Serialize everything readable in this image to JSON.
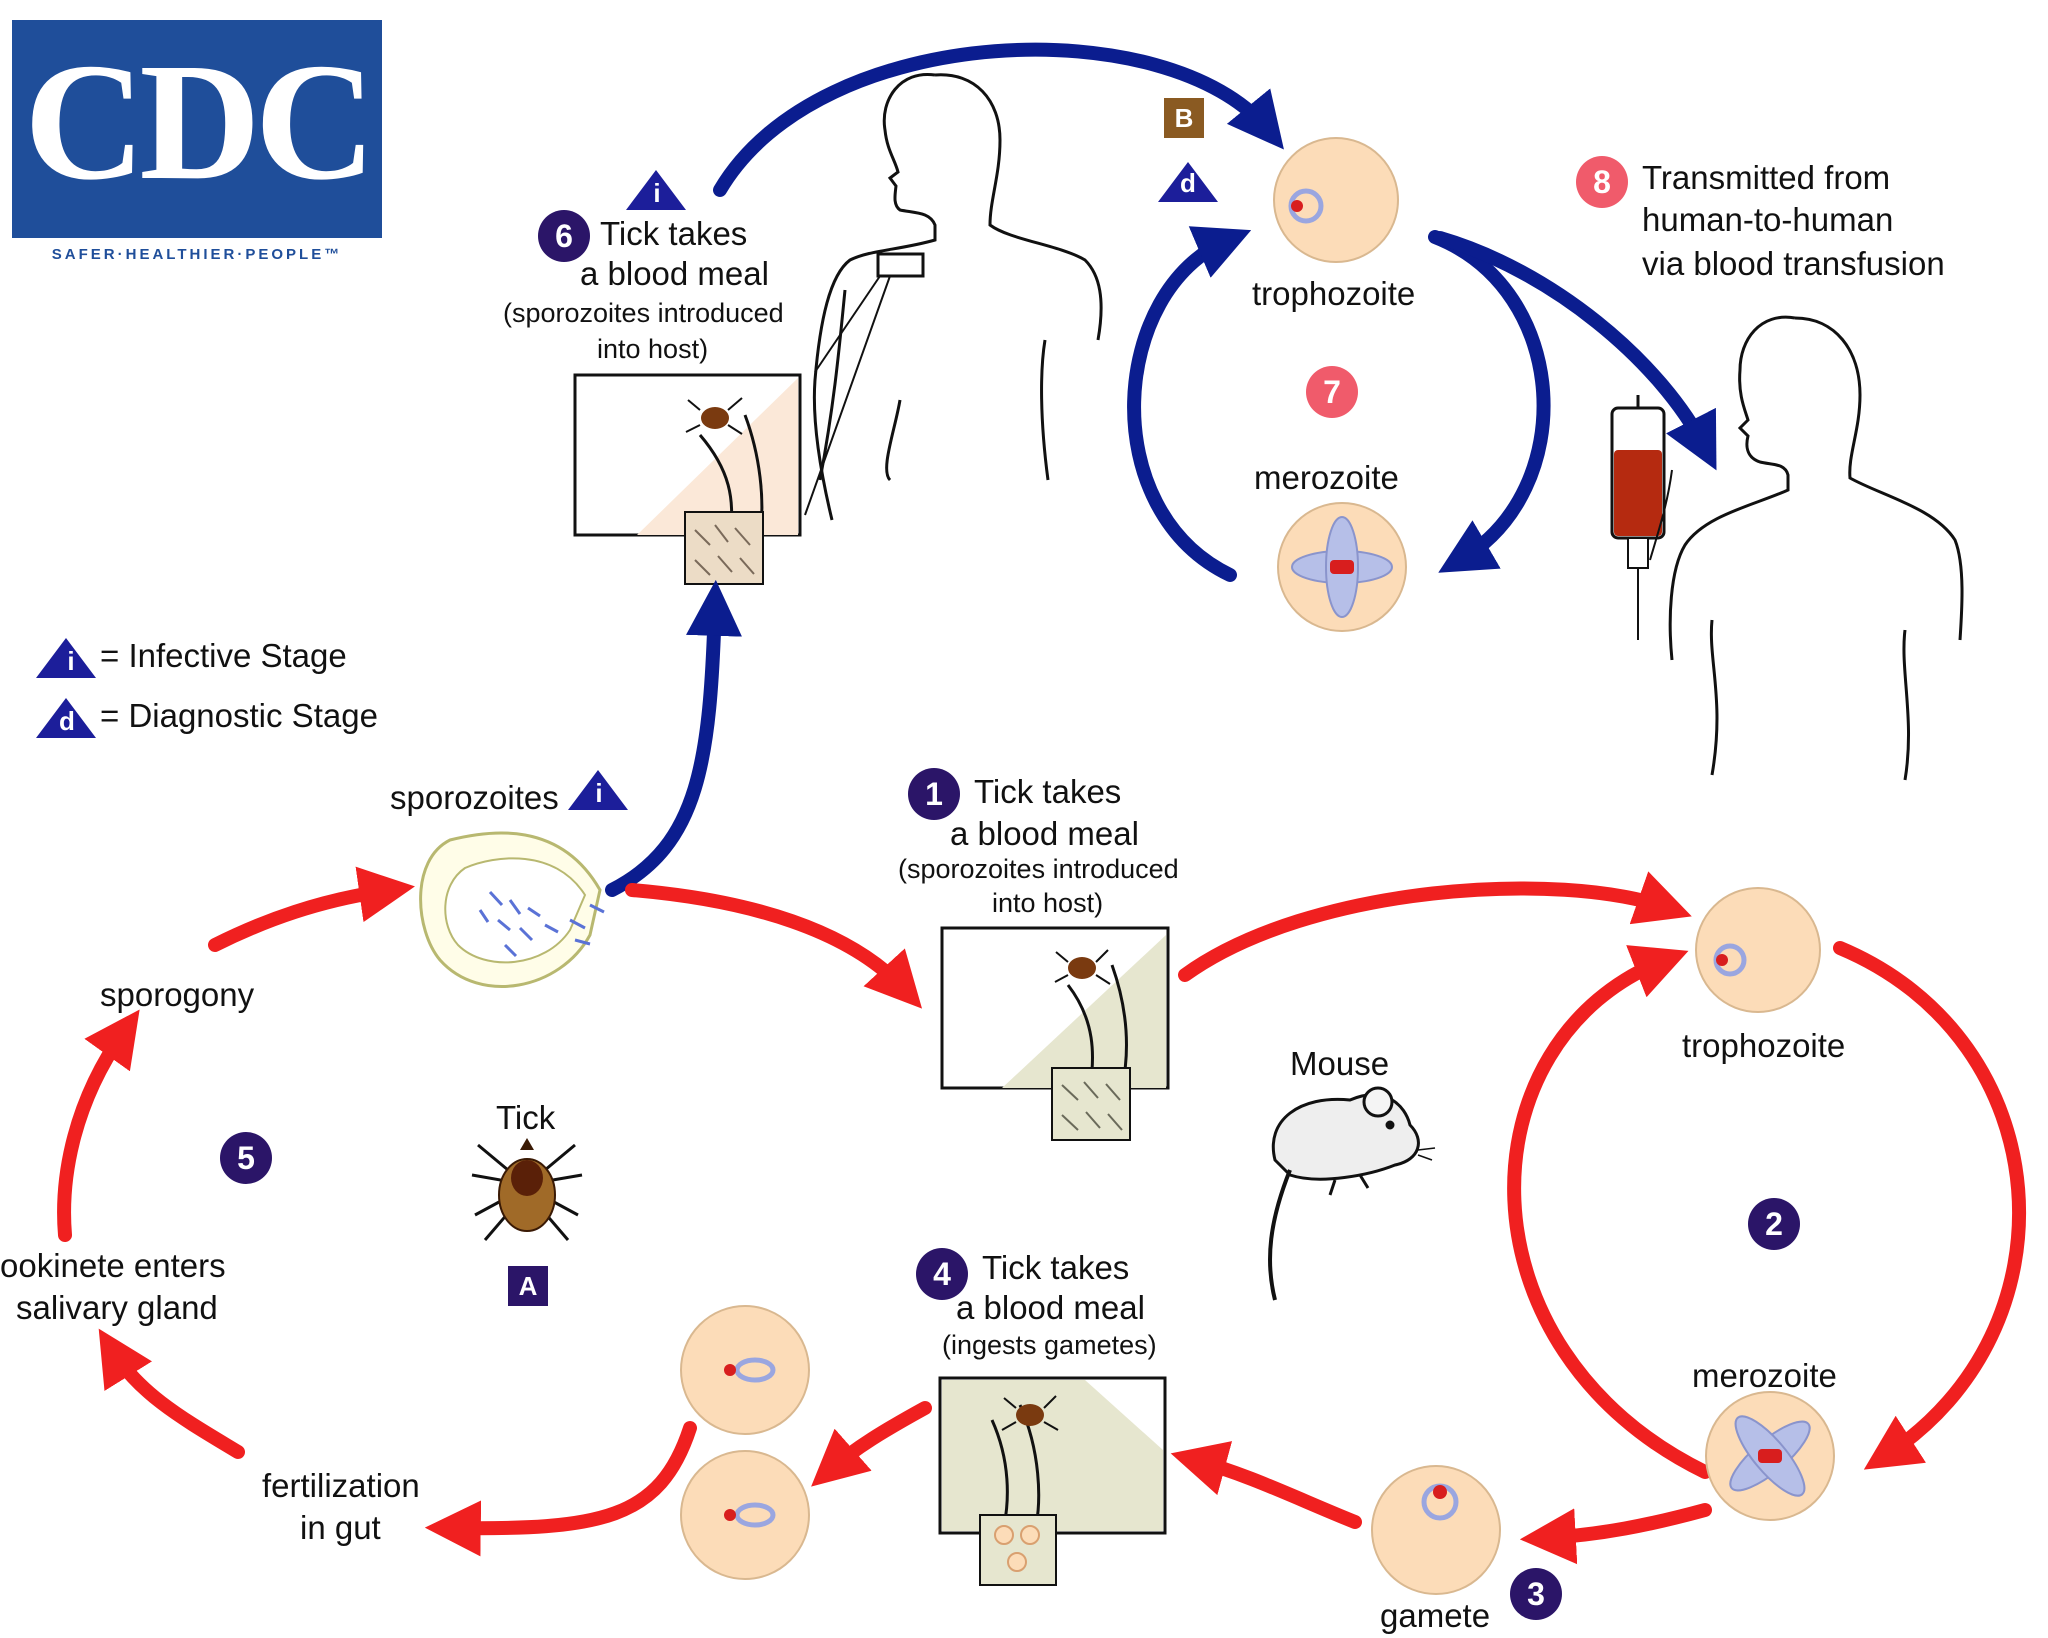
{
  "logo": {
    "word": "CDC",
    "tagline": "SAFER·HEALTHIER·PEOPLE™"
  },
  "colors": {
    "human_cycle": "#0b1d8f",
    "tick_cycle": "#f02020",
    "badge_purple": "#2b1568",
    "badge_pink": "#f05b6b",
    "cell_fill": "#fcdcb8",
    "parasite_blue": "#9aa6e0",
    "parasite_red": "#d81e1e"
  },
  "legend": {
    "infective_symbol": "i",
    "infective_text": "= Infective Stage",
    "diagnostic_symbol": "d",
    "diagnostic_text": "= Diagnostic Stage"
  },
  "human_cycle": {
    "step6": {
      "number": "6",
      "line1": "Tick takes",
      "line2": "a blood meal",
      "note1": "(sporozoites introduced",
      "note2": "into host)",
      "marker": "i"
    },
    "host_marker": "B",
    "diagnostic_marker": "d",
    "trophozoite": "trophozoite",
    "step7": {
      "number": "7"
    },
    "merozoite": "merozoite",
    "step8": {
      "number": "8",
      "line1": "Transmitted from",
      "line2": "human-to-human",
      "line3": "via blood transfusion"
    }
  },
  "tick_cycle": {
    "sporozoites": "sporozoites",
    "sporozoites_marker": "i",
    "step1": {
      "number": "1",
      "line1": "Tick takes",
      "line2": "a blood meal",
      "note1": "(sporozoites introduced",
      "note2": "into host)"
    },
    "trophozoite": "trophozoite",
    "mouse": "Mouse",
    "step2": {
      "number": "2"
    },
    "merozoite": "merozoite",
    "gamete": "gamete",
    "step3": {
      "number": "3"
    },
    "step4": {
      "number": "4",
      "line1": "Tick takes",
      "line2": "a blood meal",
      "note1": "(ingests gametes)"
    },
    "fertilization1": "fertilization",
    "fertilization2": "in gut",
    "ookinete1": "ookinete enters",
    "ookinete2": "salivary gland",
    "step5": {
      "number": "5"
    },
    "tick": "Tick",
    "tick_marker": "A",
    "sporogony": "sporogony"
  }
}
